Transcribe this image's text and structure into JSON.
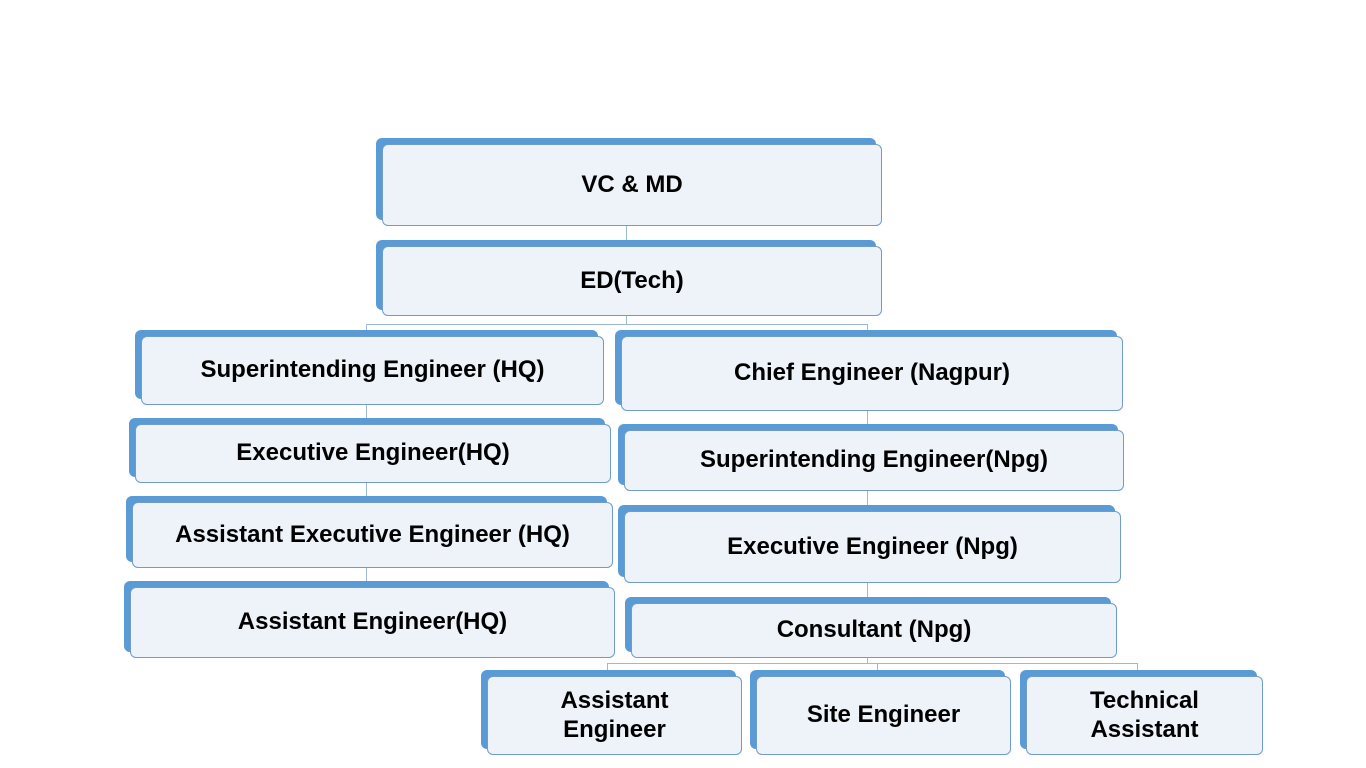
{
  "nodes": {
    "vc_md": "VC & MD",
    "ed_tech": "ED(Tech)",
    "se_hq": "Superintending Engineer (HQ)",
    "ce_nagpur": "Chief Engineer (Nagpur)",
    "ee_hq": "Executive Engineer(HQ)",
    "se_npg": "Superintending Engineer(Npg)",
    "aee_hq": "Assistant Executive Engineer (HQ)",
    "ee_npg": "Executive Engineer (Npg)",
    "ae_hq": "Assistant Engineer(HQ)",
    "consultant_npg": "Consultant (Npg)",
    "assistant_engineer": "Assistant Engineer",
    "site_engineer": "Site Engineer",
    "technical_assistant": "Technical Assistant"
  },
  "colors": {
    "accent": "#5b9bd5",
    "box_fill": "#eef3fa",
    "connector": "#9fb9d4"
  }
}
